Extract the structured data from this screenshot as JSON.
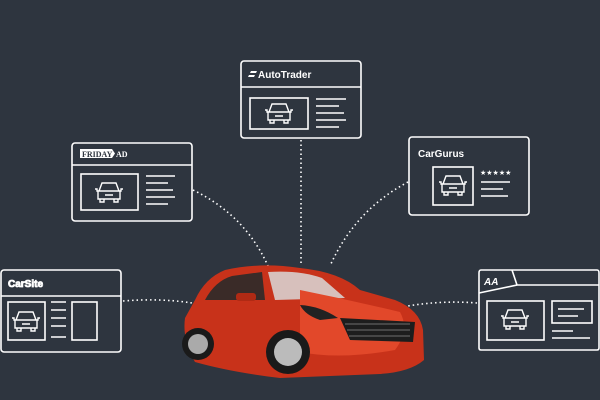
{
  "colors": {
    "background": "#2e353f",
    "car": "#d2391a",
    "line": "#ffffff"
  },
  "sites": [
    {
      "name": "AutoTrader"
    },
    {
      "name": "FRIDAY",
      "suffix": "AD"
    },
    {
      "name": "CarGurus",
      "rating": "★★★★★"
    },
    {
      "name": "CarSite"
    },
    {
      "name": "AA"
    }
  ]
}
